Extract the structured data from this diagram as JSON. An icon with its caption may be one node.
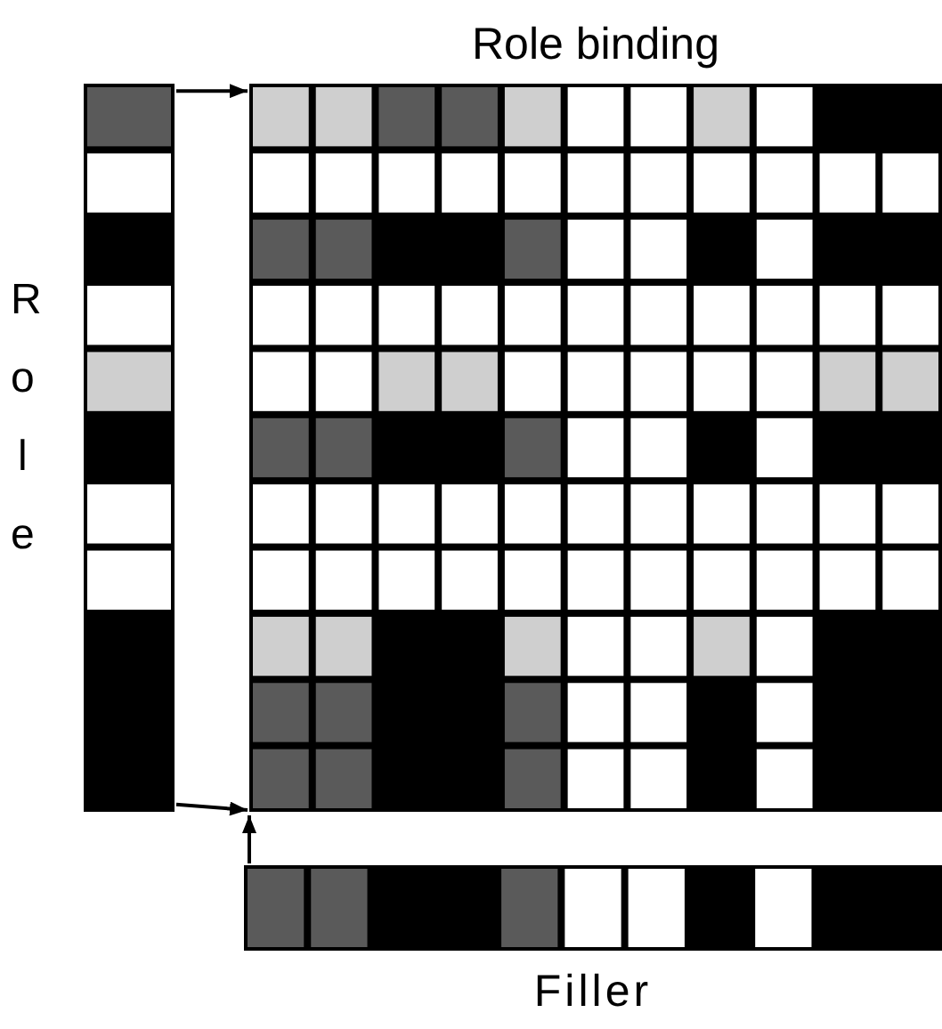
{
  "diagram": {
    "nodes": [
      {
        "text": [
          "Role binding"
        ]
      },
      {
        "text": [
          "Role"
        ]
      },
      {
        "text": [
          "Filler"
        ]
      }
    ],
    "edges": [
      {
        "from": 1,
        "to": 0,
        "arrow": "to"
      },
      {
        "from": 1,
        "to": 0,
        "arrow": "to"
      },
      {
        "from": 2,
        "to": 0,
        "arrow": "to"
      }
    ]
  }
}
